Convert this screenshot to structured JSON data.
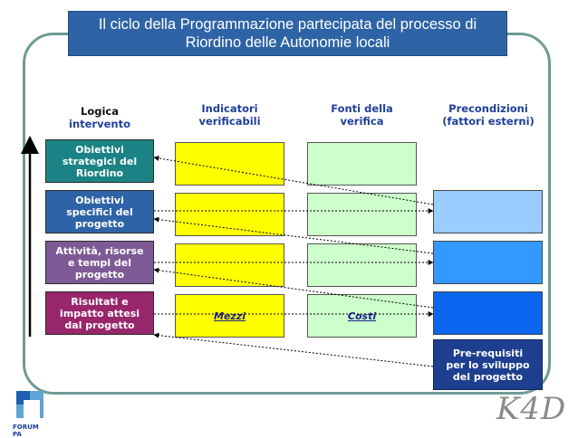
{
  "title": {
    "line1": "Il ciclo della Programmazione partecipata del processo di",
    "line2": "Riordino delle Autonomie locali"
  },
  "columns": [
    {
      "line1": "Logica",
      "line2": "intervento"
    },
    {
      "line1": "Indicatori",
      "line2": "verificabili"
    },
    {
      "line1": "Fonti della",
      "line2": "verifica"
    },
    {
      "line1": "Precondizioni",
      "line2": "(fattori esterni)"
    }
  ],
  "levels": [
    {
      "line1": "Obiettivi",
      "line2": "strategici del",
      "line3": "Riordino",
      "color": "#1b8385"
    },
    {
      "line1": "Obiettivi",
      "line2": "specifici del",
      "line3": "progetto",
      "color": "#2f63a7"
    },
    {
      "line1": "Attività, risorse",
      "line2": "e tempi del",
      "line3": "progetto",
      "color": "#7d5a96"
    },
    {
      "line1": "Risultati e",
      "line2": "impatto attesi",
      "line3": "dal progetto",
      "color": "#98266b"
    }
  ],
  "cells": {
    "mezzi": "Mezzi",
    "costi": "Costi"
  },
  "prerequisites": {
    "line1": "Pre-requisiti",
    "line2": "per lo sviluppo",
    "line3": "del progetto"
  },
  "logo": {
    "icon": "forum-pa-logo-icon",
    "label": "FORUM PA"
  },
  "watermark": "K4D",
  "colors": {
    "title_bg": "#2e64a5",
    "frame": "#6f9b94",
    "indicator_fill": "#ffff00",
    "source_fill": "#ccffcc",
    "precondition_fills": [
      "#99ccff",
      "#3399ff",
      "#0a66ee"
    ],
    "prereq_fill": "#1e3f8f"
  }
}
